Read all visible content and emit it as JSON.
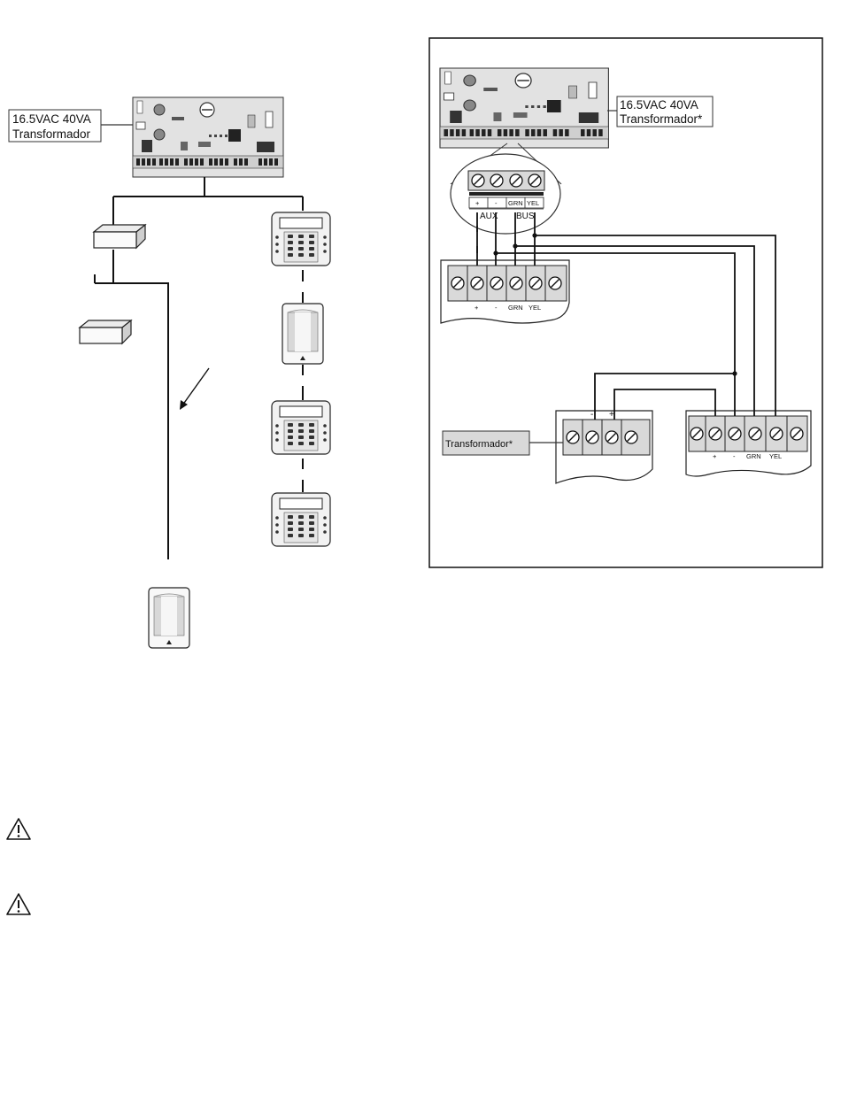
{
  "figure_left": {
    "transformer_label_line1": "16.5VAC 40VA",
    "transformer_label_line2": "Transformador"
  },
  "figure_right": {
    "transformer_label_line1": "16.5VAC 40VA",
    "transformer_label_line2": "Transformador*",
    "terminal_block": {
      "plus": "+",
      "minus": "-",
      "grn": "GRN",
      "yel": "YEL",
      "aux": "AUX",
      "bus": "BUS"
    },
    "module_left_terminals": [
      "+",
      "-",
      "GRN",
      "YEL"
    ],
    "module_supply_terminals": [
      "-",
      "+"
    ],
    "module_right_terminals": [
      "+",
      "-",
      "GRN",
      "YEL"
    ],
    "aux_transformer_label": "Transformador*"
  },
  "icons": {
    "warning_1": "warning-triangle-icon",
    "warning_2": "warning-triangle-icon"
  }
}
